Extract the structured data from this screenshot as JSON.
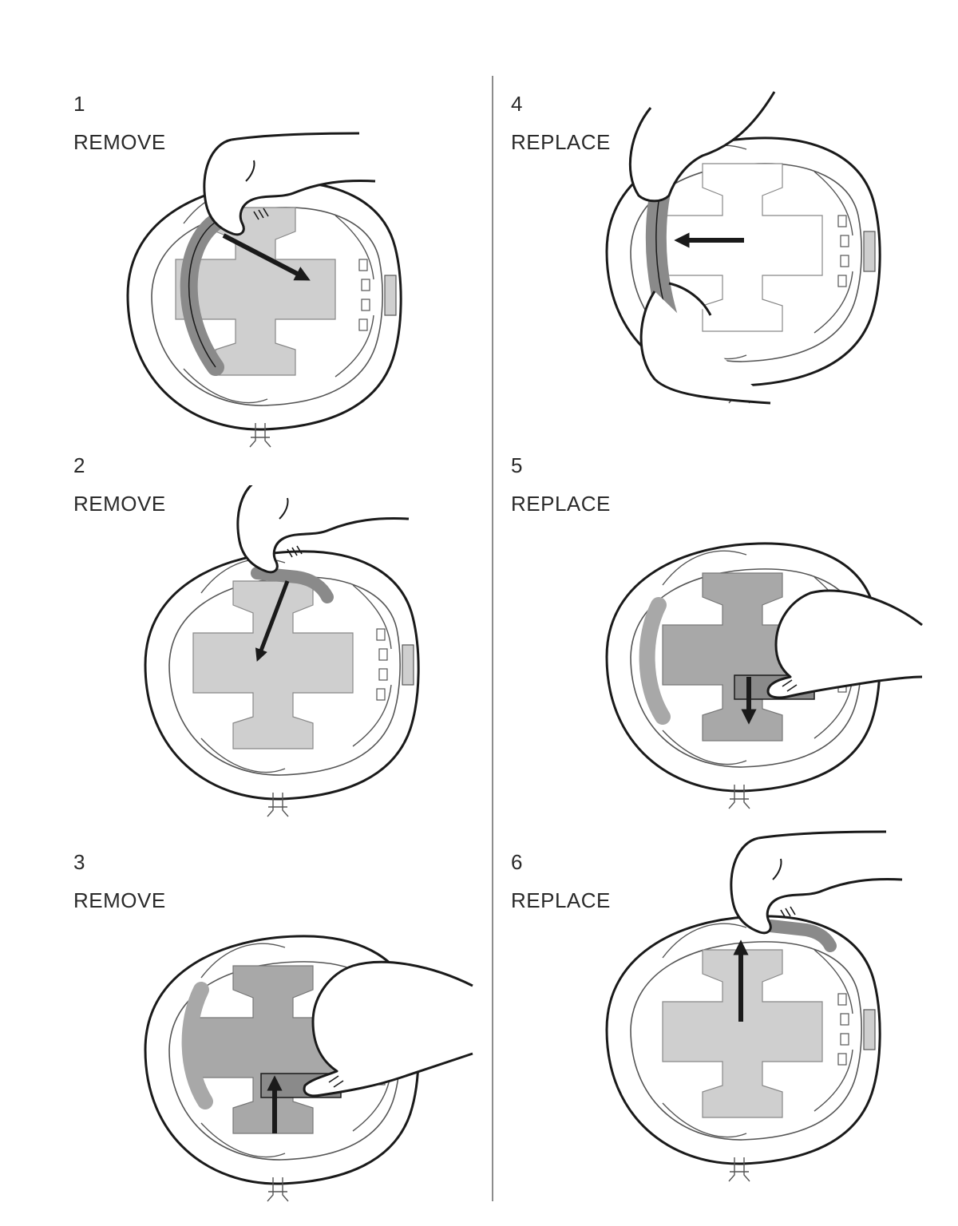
{
  "steps": [
    {
      "number": "1",
      "label": "REMOVE"
    },
    {
      "number": "2",
      "label": "REMOVE"
    },
    {
      "number": "3",
      "label": "REMOVE"
    },
    {
      "number": "4",
      "label": "REPLACE"
    },
    {
      "number": "5",
      "label": "REPLACE"
    },
    {
      "number": "6",
      "label": "REPLACE"
    }
  ],
  "colors": {
    "outline": "#1a1a1a",
    "pad_light": "#cfcfcf",
    "pad_dark": "#8a8a8a",
    "arrow": "#1a1a1a"
  }
}
